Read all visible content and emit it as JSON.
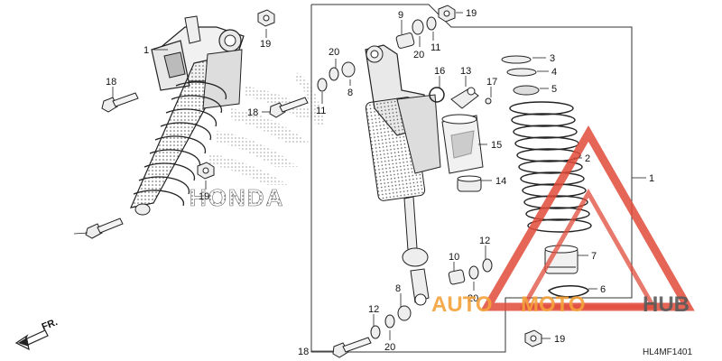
{
  "diagram": {
    "code": "HL4MF1401",
    "direction_label": "FR.",
    "brand_watermark": "HONDA",
    "logo": {
      "part1": "AUTO",
      "part2": "MOTO",
      "part3": "HUB",
      "color_orange": "#f4a23a",
      "color_dark": "#5a5a5a",
      "color_triangle": "#e04b3a"
    },
    "callouts": [
      "1",
      "19",
      "18",
      "11",
      "20",
      "8",
      "19",
      "18",
      "1",
      "9",
      "20",
      "11",
      "19",
      "16",
      "13",
      "17",
      "3",
      "4",
      "5",
      "15",
      "2",
      "14",
      "1",
      "12",
      "10",
      "7",
      "8",
      "20",
      "6",
      "12",
      "20",
      "18",
      "19"
    ]
  }
}
